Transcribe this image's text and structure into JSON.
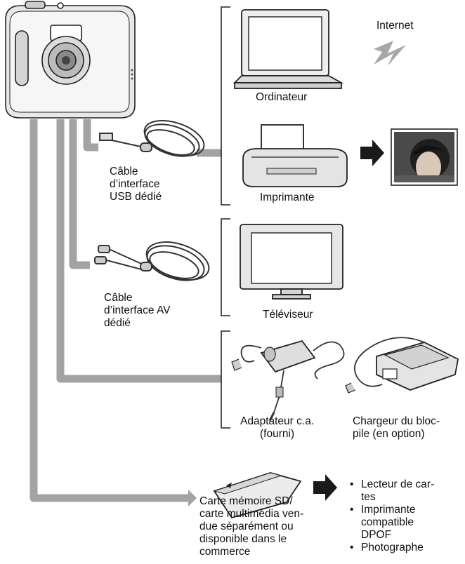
{
  "devices": {
    "computer": "Ordinateur",
    "internet": "Internet",
    "printer": "Imprimante",
    "tv": "Téléviseur"
  },
  "cables": {
    "usb": "Câble\nd’interface\nUSB dédié",
    "av": "Câble\nd’interface AV\ndédié"
  },
  "power": {
    "adapter": "Adaptateur c.a.\n(fourni)",
    "charger": "Chargeur du bloc-\npile (en option)"
  },
  "card": {
    "label": "Carte mémoire SD/\ncarte multimédia ven-\ndue séparément ou\ndisponible dans le\ncommerce"
  },
  "card_uses": [
    "Lecteur de car-\ntes",
    "Imprimante\ncompatible\nDPOF",
    "Photographe"
  ],
  "colors": {
    "cable": "#a3a3a3",
    "outline": "#222222",
    "arrow": "#1a1a1a"
  }
}
